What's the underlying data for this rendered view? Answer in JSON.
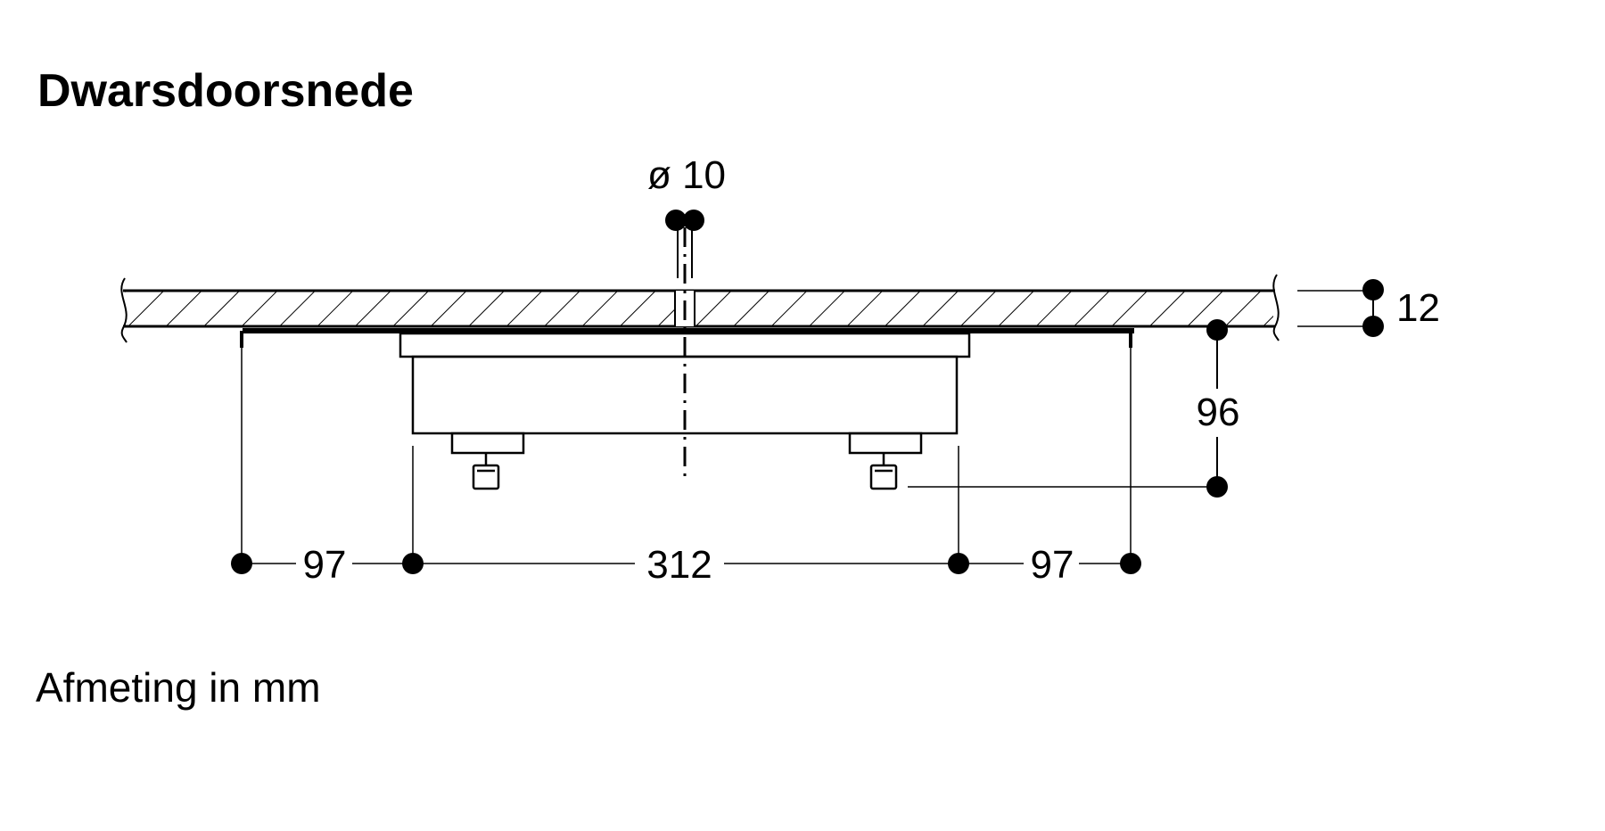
{
  "title": "Dwarsdoorsnede",
  "caption": "Afmeting in mm",
  "dimensions": {
    "hole_diameter": "ø 10",
    "worktop_thickness": "12",
    "depth_below": "96",
    "left_offset": "97",
    "center_width": "312",
    "right_offset": "97"
  },
  "colors": {
    "line": "#000000",
    "background": "#ffffff"
  }
}
